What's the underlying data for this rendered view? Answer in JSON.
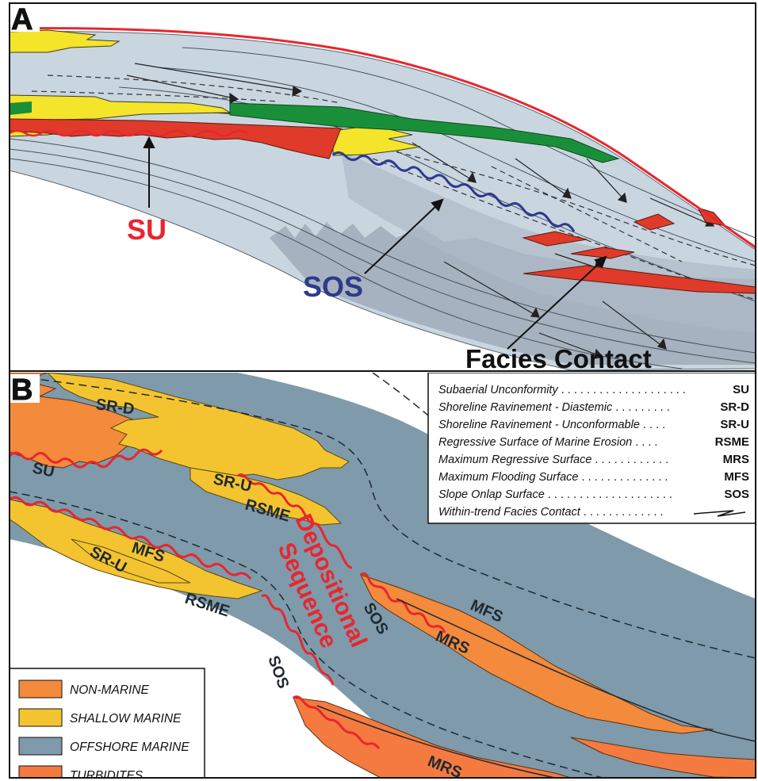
{
  "panel_a": {
    "letter": "A",
    "labels": {
      "su": "SU",
      "sos": "SOS",
      "facies_contact": "Facies Contact"
    },
    "colors": {
      "su": "#e8262e",
      "sos": "#2e3a8c",
      "top_surface": "#e8262e",
      "green_unit": "#1a8f3a",
      "yellow_unit": "#f4e42a",
      "red_unit": "#e03a2a",
      "offshore_light": "#c9d6e0",
      "turbidite_shadow": "#9aa6b4"
    }
  },
  "panel_b": {
    "letter": "B",
    "surface_labels": {
      "srd": "SR-D",
      "su": "SU",
      "sru_upper": "SR-U",
      "rsme_upper": "RSME",
      "sru_lower": "SR-U",
      "mfs_lower": "MFS",
      "rsme_lower": "RSME",
      "sos_lower": "SOS",
      "sos_mid": "SOS",
      "mfs_right": "MFS",
      "mrs_mid": "MRS",
      "mrs_bottom": "MRS"
    },
    "depositional": [
      "Depositional",
      "Sequence"
    ],
    "key_items": [
      {
        "name": "Subaerial Unconformity",
        "dots": " . . . . . . . . . . . . . . . . . . . .",
        "abbr": "SU"
      },
      {
        "name": "Shoreline Ravinement - Diastemic",
        "dots": " . . . . . . . . .",
        "abbr": "SR-D"
      },
      {
        "name": "Shoreline Ravinement - Unconformable",
        "dots": " . . . .",
        "abbr": "SR-U"
      },
      {
        "name": "Regressive Surface of Marine Erosion",
        "dots": " . . . .",
        "abbr": "RSME"
      },
      {
        "name": "Maximum Regressive Surface",
        "dots": " . . . . . . . . . . . .",
        "abbr": "MRS"
      },
      {
        "name": "Maximum Flooding Surface",
        "dots": " . . . . . . . . . . . . . .",
        "abbr": "MFS"
      },
      {
        "name": "Slope Onlap Surface",
        "dots": " . . . . . . . . . . . . . . . . . . . .",
        "abbr": "SOS"
      },
      {
        "name": "Within-trend Facies Contact",
        "dots": " . . . . . . . . . . . . .",
        "abbr": ""
      }
    ],
    "facies_legend": [
      {
        "label": "NON-MARINE",
        "color": "#f48a3c"
      },
      {
        "label": "SHALLOW MARINE",
        "color": "#f4c430"
      },
      {
        "label": "OFFSHORE MARINE",
        "color": "#7f9aaa"
      },
      {
        "label": "TURBIDITES",
        "color": "#f57a40"
      }
    ],
    "colors": {
      "surface_red": "#e8262e",
      "depositional_text": "#e8262e",
      "label_dark": "#1e2a30"
    }
  }
}
